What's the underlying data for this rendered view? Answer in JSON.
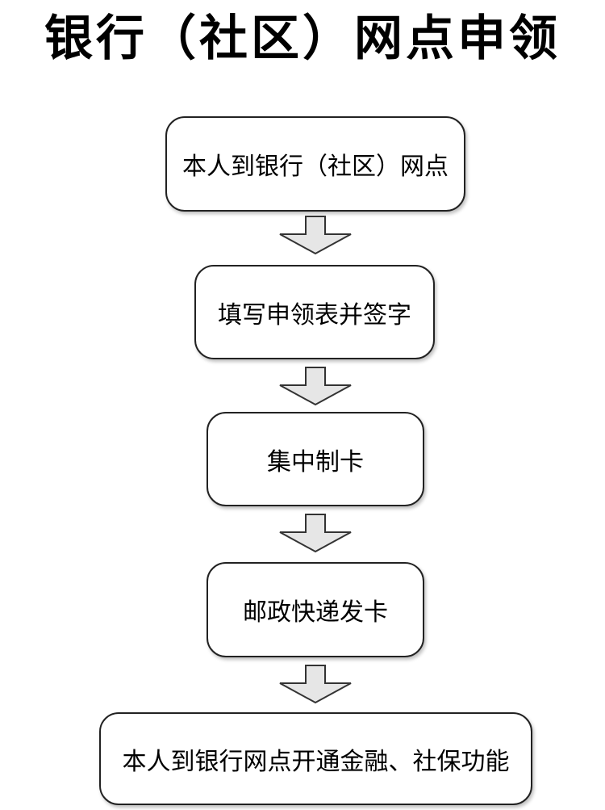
{
  "title": "银行（社区）网点申领",
  "steps": [
    {
      "label": "本人到银行（社区）网点"
    },
    {
      "label": "填写申领表并签字"
    },
    {
      "label": "集中制卡"
    },
    {
      "label": "邮政快递发卡"
    },
    {
      "label": "本人到银行网点开通金融、社保功能"
    }
  ],
  "colors": {
    "border": "#222222",
    "arrow_fill": "#e6e6e6",
    "arrow_stroke": "#333333"
  }
}
